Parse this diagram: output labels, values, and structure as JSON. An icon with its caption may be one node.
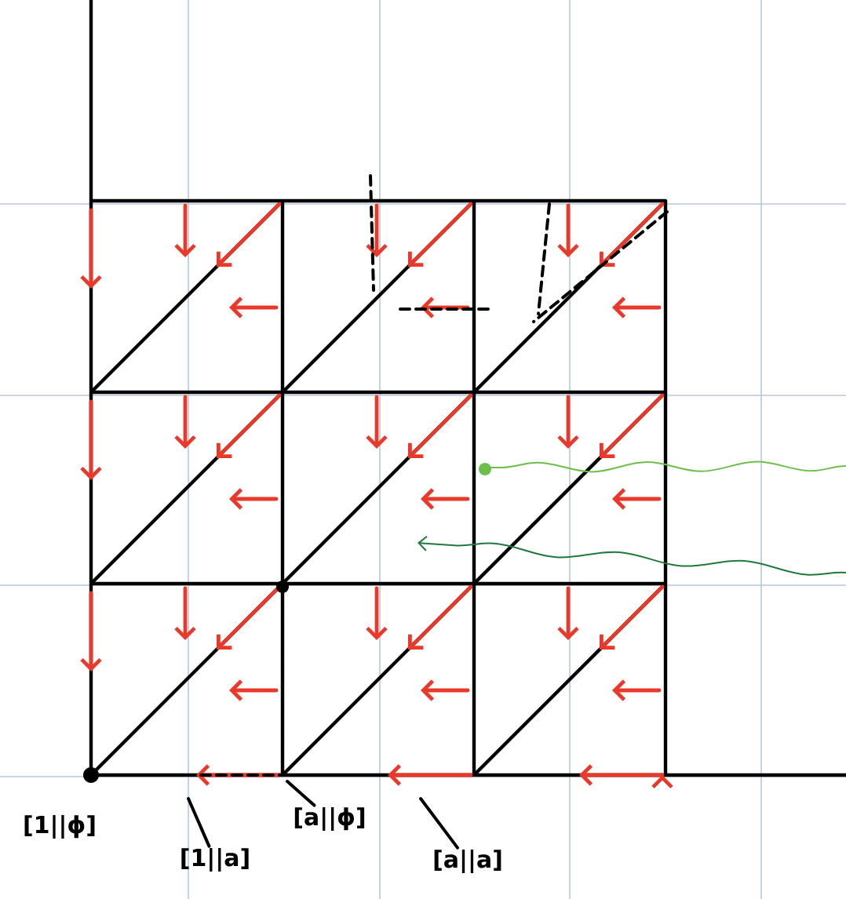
{
  "diagram": {
    "nodes": [
      {
        "text": [
          "[1||a]"
        ]
      },
      {
        "text": [
          "[a||ϕ]"
        ]
      },
      {
        "text": [
          "[a||a]"
        ]
      }
    ],
    "edges": [
      {
        "from": 0,
        "to": null,
        "arrow": "none"
      },
      {
        "from": 1,
        "to": null,
        "arrow": "none"
      },
      {
        "from": 2,
        "to": null,
        "arrow": "none"
      }
    ],
    "labels": [
      "[1||ϕ]"
    ]
  }
}
